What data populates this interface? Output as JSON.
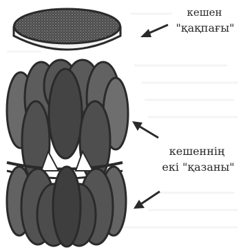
{
  "labels": {
    "lid_line1": "кешен",
    "lid_line2": "\"қақпағы\"",
    "pots_line1": "кешеннің",
    "pots_line2": "екі \"қазаны\""
  },
  "colors": {
    "ink": "#2a2a2a",
    "fill_dark": "#3a3a3a",
    "fill_mid": "#5a5a5a",
    "paper": "#ffffff"
  }
}
